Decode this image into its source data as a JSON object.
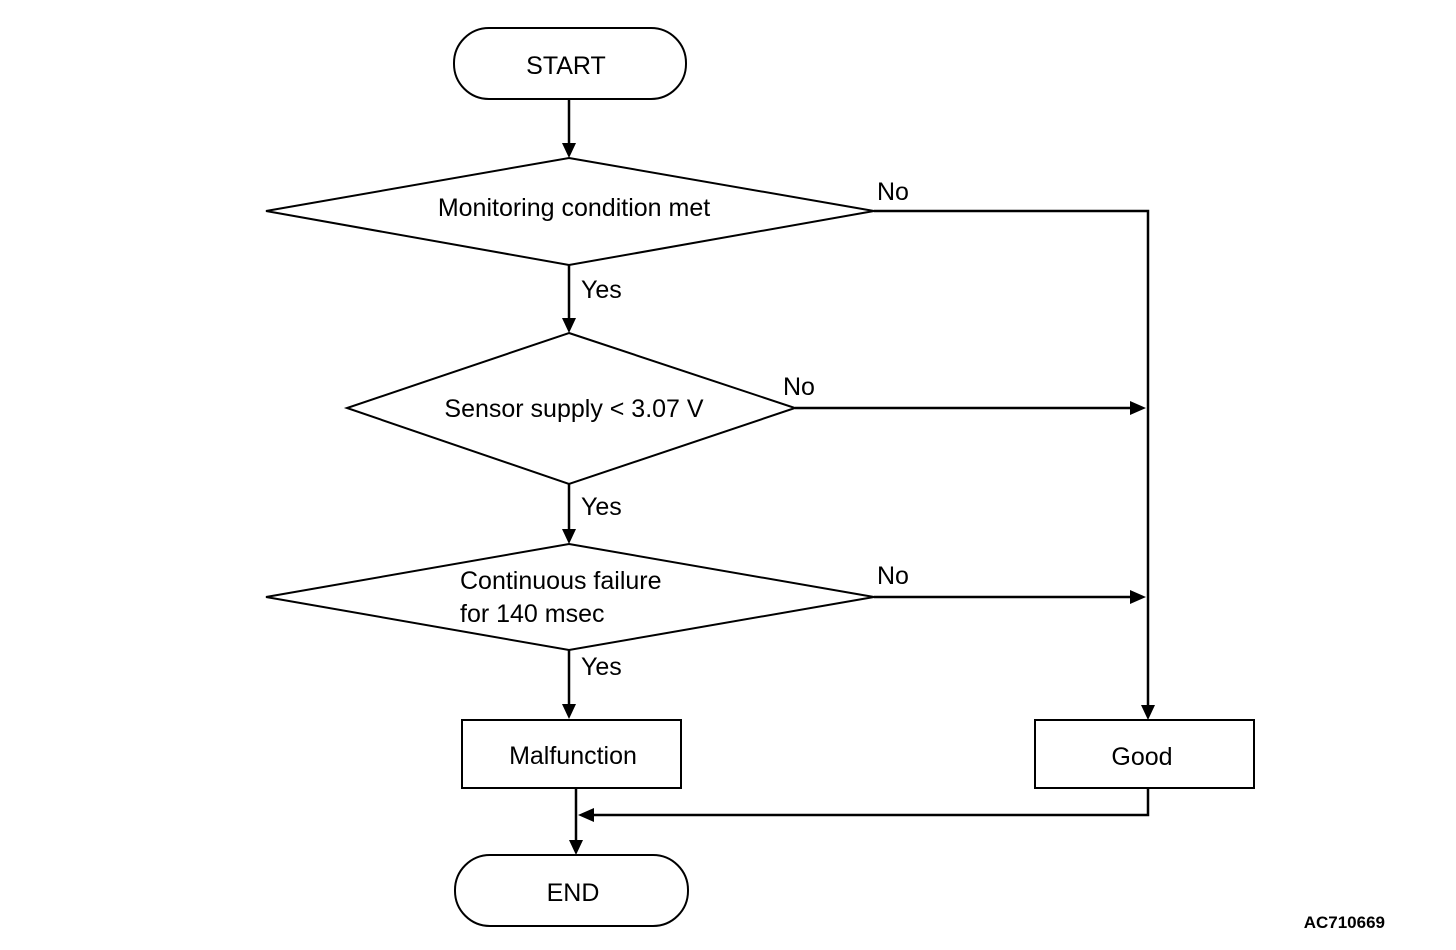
{
  "flowchart": {
    "start": "START",
    "decision_monitoring": "Monitoring condition met",
    "decision_sensor": "Sensor supply < 3.07 V",
    "decision_continuous_line1": "Continuous failure",
    "decision_continuous_line2": "for 140 msec",
    "malfunction": "Malfunction",
    "good": "Good",
    "end": "END",
    "yes": "Yes",
    "no": "No"
  },
  "figure_id": "AC710669"
}
